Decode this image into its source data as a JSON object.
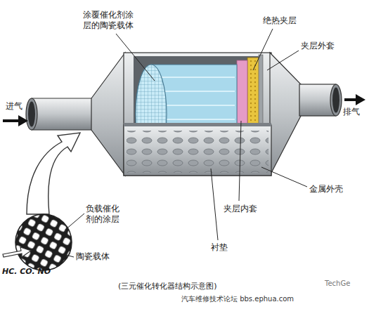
{
  "diagram": {
    "caption": "(三元催化转化器结构示意图)",
    "labels": [
      "涂覆催化剂涂层的陶瓷载体",
      "绝热夹层",
      "夹层外套",
      "进气",
      "排气",
      "金属外壳",
      "夹层内套",
      "负载催化剂的涂层",
      "衬垫",
      "陶瓷载体",
      "HC. CO. NO",
      "TechGe",
      "汽车维修技术论坛 bbs.ephua.com"
    ]
  }
}
